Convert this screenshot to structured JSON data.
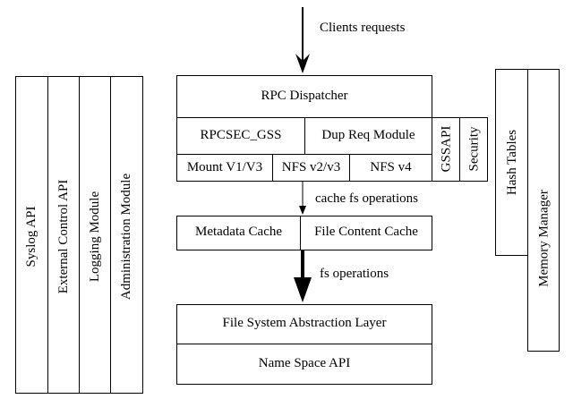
{
  "arrows": {
    "clients_requests": "Clients requests",
    "cache_fs_operations": "cache fs operations",
    "fs_operations": "fs operations"
  },
  "left_column": {
    "syslog_api": "Syslog API",
    "external_control_api": "External Control API",
    "logging_module": "Logging Module",
    "administration_module": "Administration Module"
  },
  "core": {
    "rpc_dispatcher": "RPC Dispatcher",
    "rpcsec_gss": "RPCSEC_GSS",
    "dup_req_module": "Dup Req Module",
    "mount": "Mount V1/V3",
    "nfs_v2v3": "NFS v2/v3",
    "nfs_v4": "NFS v4",
    "gssapi": "GSSAPI",
    "security": "Security",
    "metadata_cache": "Metadata Cache",
    "file_content_cache": "File Content Cache",
    "fsal": "File System Abstraction Layer",
    "name_space_api": "Name Space API"
  },
  "right_column": {
    "hash_tables": "Hash Tables",
    "memory_manager": "Memory Manager"
  }
}
